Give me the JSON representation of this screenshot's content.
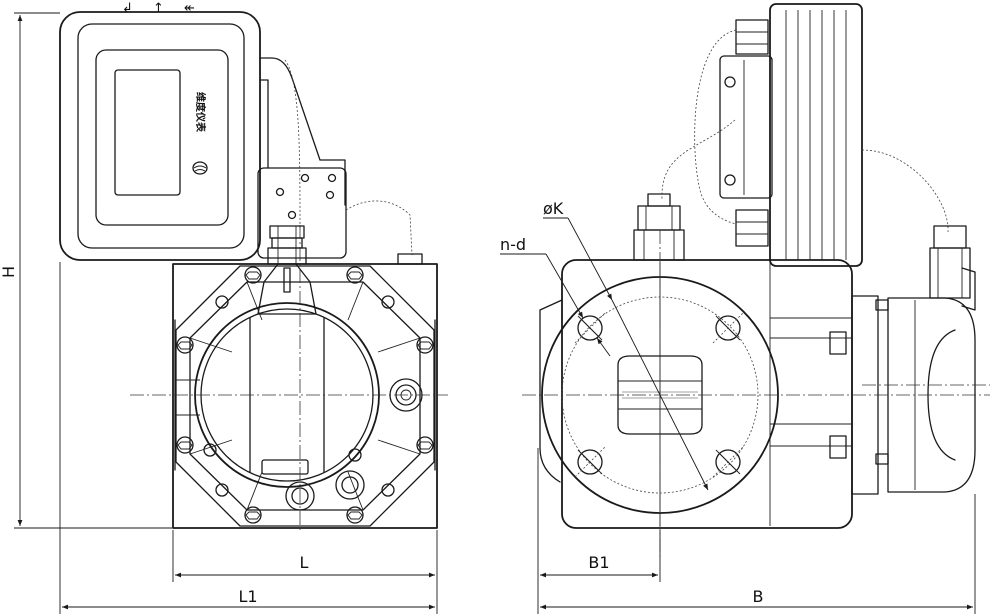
{
  "drawing": {
    "brand_text": "维度仪表",
    "labels": {
      "H": "H",
      "L": "L",
      "L1": "L1",
      "B": "B",
      "B1": "B1",
      "phiK": "øK",
      "nd": "n-d"
    },
    "connector_arrows": [
      "↲",
      "↑",
      "↞"
    ]
  }
}
